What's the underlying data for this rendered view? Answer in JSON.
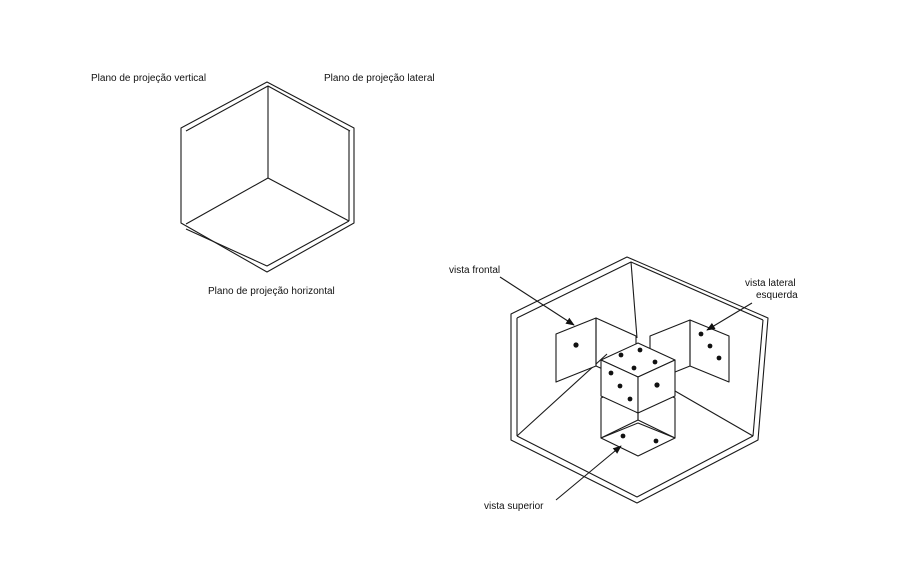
{
  "planes": {
    "vertical": "Plano de projeção vertical",
    "lateral": "Plano de projeção lateral",
    "horizontal": "Plano de projeção horizontal"
  },
  "views": {
    "frontal": "vista frontal",
    "lateral_line1": "vista lateral",
    "lateral_line2": "esquerda",
    "superior": "vista superior"
  }
}
